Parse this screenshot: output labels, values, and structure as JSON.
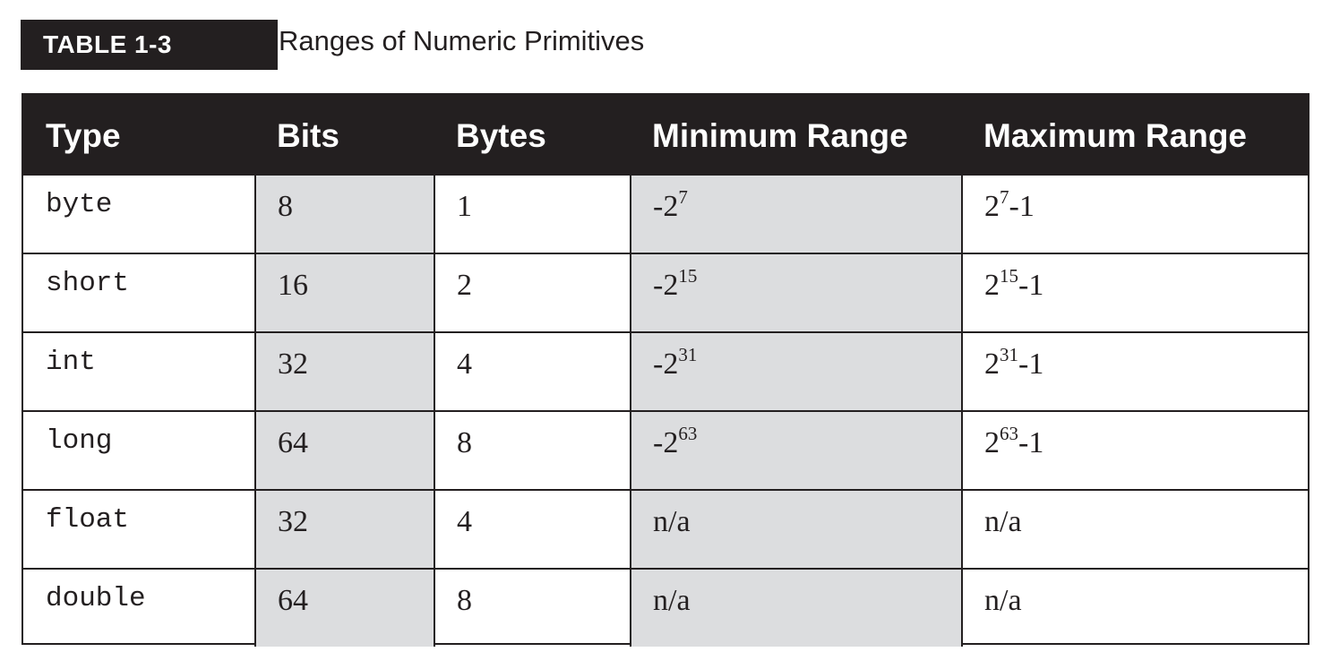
{
  "caption": {
    "label": "TABLE 1-3",
    "title": "Ranges of Numeric Primitives"
  },
  "table": {
    "headers": [
      "Type",
      "Bits",
      "Bytes",
      "Minimum Range",
      "Maximum Range"
    ],
    "rows": [
      {
        "type": "byte",
        "bits": "8",
        "bytes": "1",
        "min": {
          "text": "-2",
          "sup": "7",
          "tail": ""
        },
        "max": {
          "text": "2",
          "sup": "7",
          "tail": "-1"
        }
      },
      {
        "type": "short",
        "bits": "16",
        "bytes": "2",
        "min": {
          "text": "-2",
          "sup": "15",
          "tail": ""
        },
        "max": {
          "text": "2",
          "sup": "15",
          "tail": "-1"
        }
      },
      {
        "type": "int",
        "bits": "32",
        "bytes": "4",
        "min": {
          "text": "-2",
          "sup": "31",
          "tail": ""
        },
        "max": {
          "text": "2",
          "sup": "31",
          "tail": "-1"
        }
      },
      {
        "type": "long",
        "bits": "64",
        "bytes": "8",
        "min": {
          "text": "-2",
          "sup": "63",
          "tail": ""
        },
        "max": {
          "text": "2",
          "sup": "63",
          "tail": "-1"
        }
      },
      {
        "type": "float",
        "bits": "32",
        "bytes": "4",
        "min": {
          "text": "n/a",
          "sup": "",
          "tail": ""
        },
        "max": {
          "text": "n/a",
          "sup": "",
          "tail": ""
        }
      },
      {
        "type": "double",
        "bits": "64",
        "bytes": "8",
        "min": {
          "text": "n/a",
          "sup": "",
          "tail": ""
        },
        "max": {
          "text": "n/a",
          "sup": "",
          "tail": ""
        }
      }
    ]
  },
  "colors": {
    "header_background": "#231f20",
    "header_text": "#ffffff",
    "shaded_column": "#dcdddf",
    "border": "#231f20"
  }
}
